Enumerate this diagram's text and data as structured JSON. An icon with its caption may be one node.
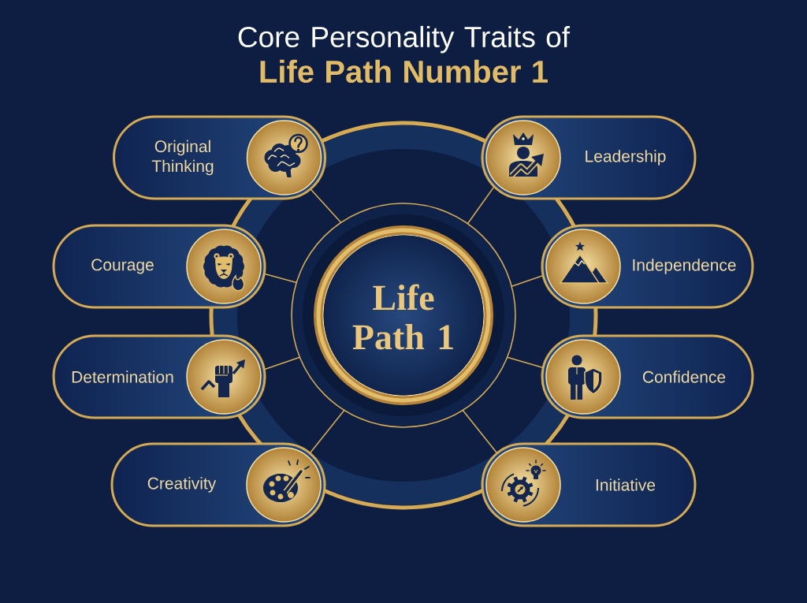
{
  "diagram": {
    "title": "Core Personality Traits of **Life Path Number 1**",
    "nodes": [
      {
        "text": [
          "Life Path 1"
        ]
      },
      {
        "text": [
          "Original Thinking"
        ]
      },
      {
        "text": [
          "Leadership"
        ]
      },
      {
        "text": [
          "Courage"
        ]
      },
      {
        "text": [
          "Independence"
        ]
      },
      {
        "text": [
          "Determination"
        ]
      },
      {
        "text": [
          "Confidence"
        ]
      },
      {
        "text": [
          "Creativity"
        ]
      },
      {
        "text": [
          "Initiative"
        ]
      }
    ],
    "edges": [
      {
        "from": 0,
        "to": 1,
        "arrow": "none"
      },
      {
        "from": 0,
        "to": 2,
        "arrow": "none"
      },
      {
        "from": 0,
        "to": 3,
        "arrow": "none"
      },
      {
        "from": 0,
        "to": 4,
        "arrow": "none"
      },
      {
        "from": 0,
        "to": 5,
        "arrow": "none"
      },
      {
        "from": 0,
        "to": 6,
        "arrow": "none"
      },
      {
        "from": 0,
        "to": 7,
        "arrow": "none"
      },
      {
        "from": 0,
        "to": 8,
        "arrow": "none"
      }
    ]
  }
}
